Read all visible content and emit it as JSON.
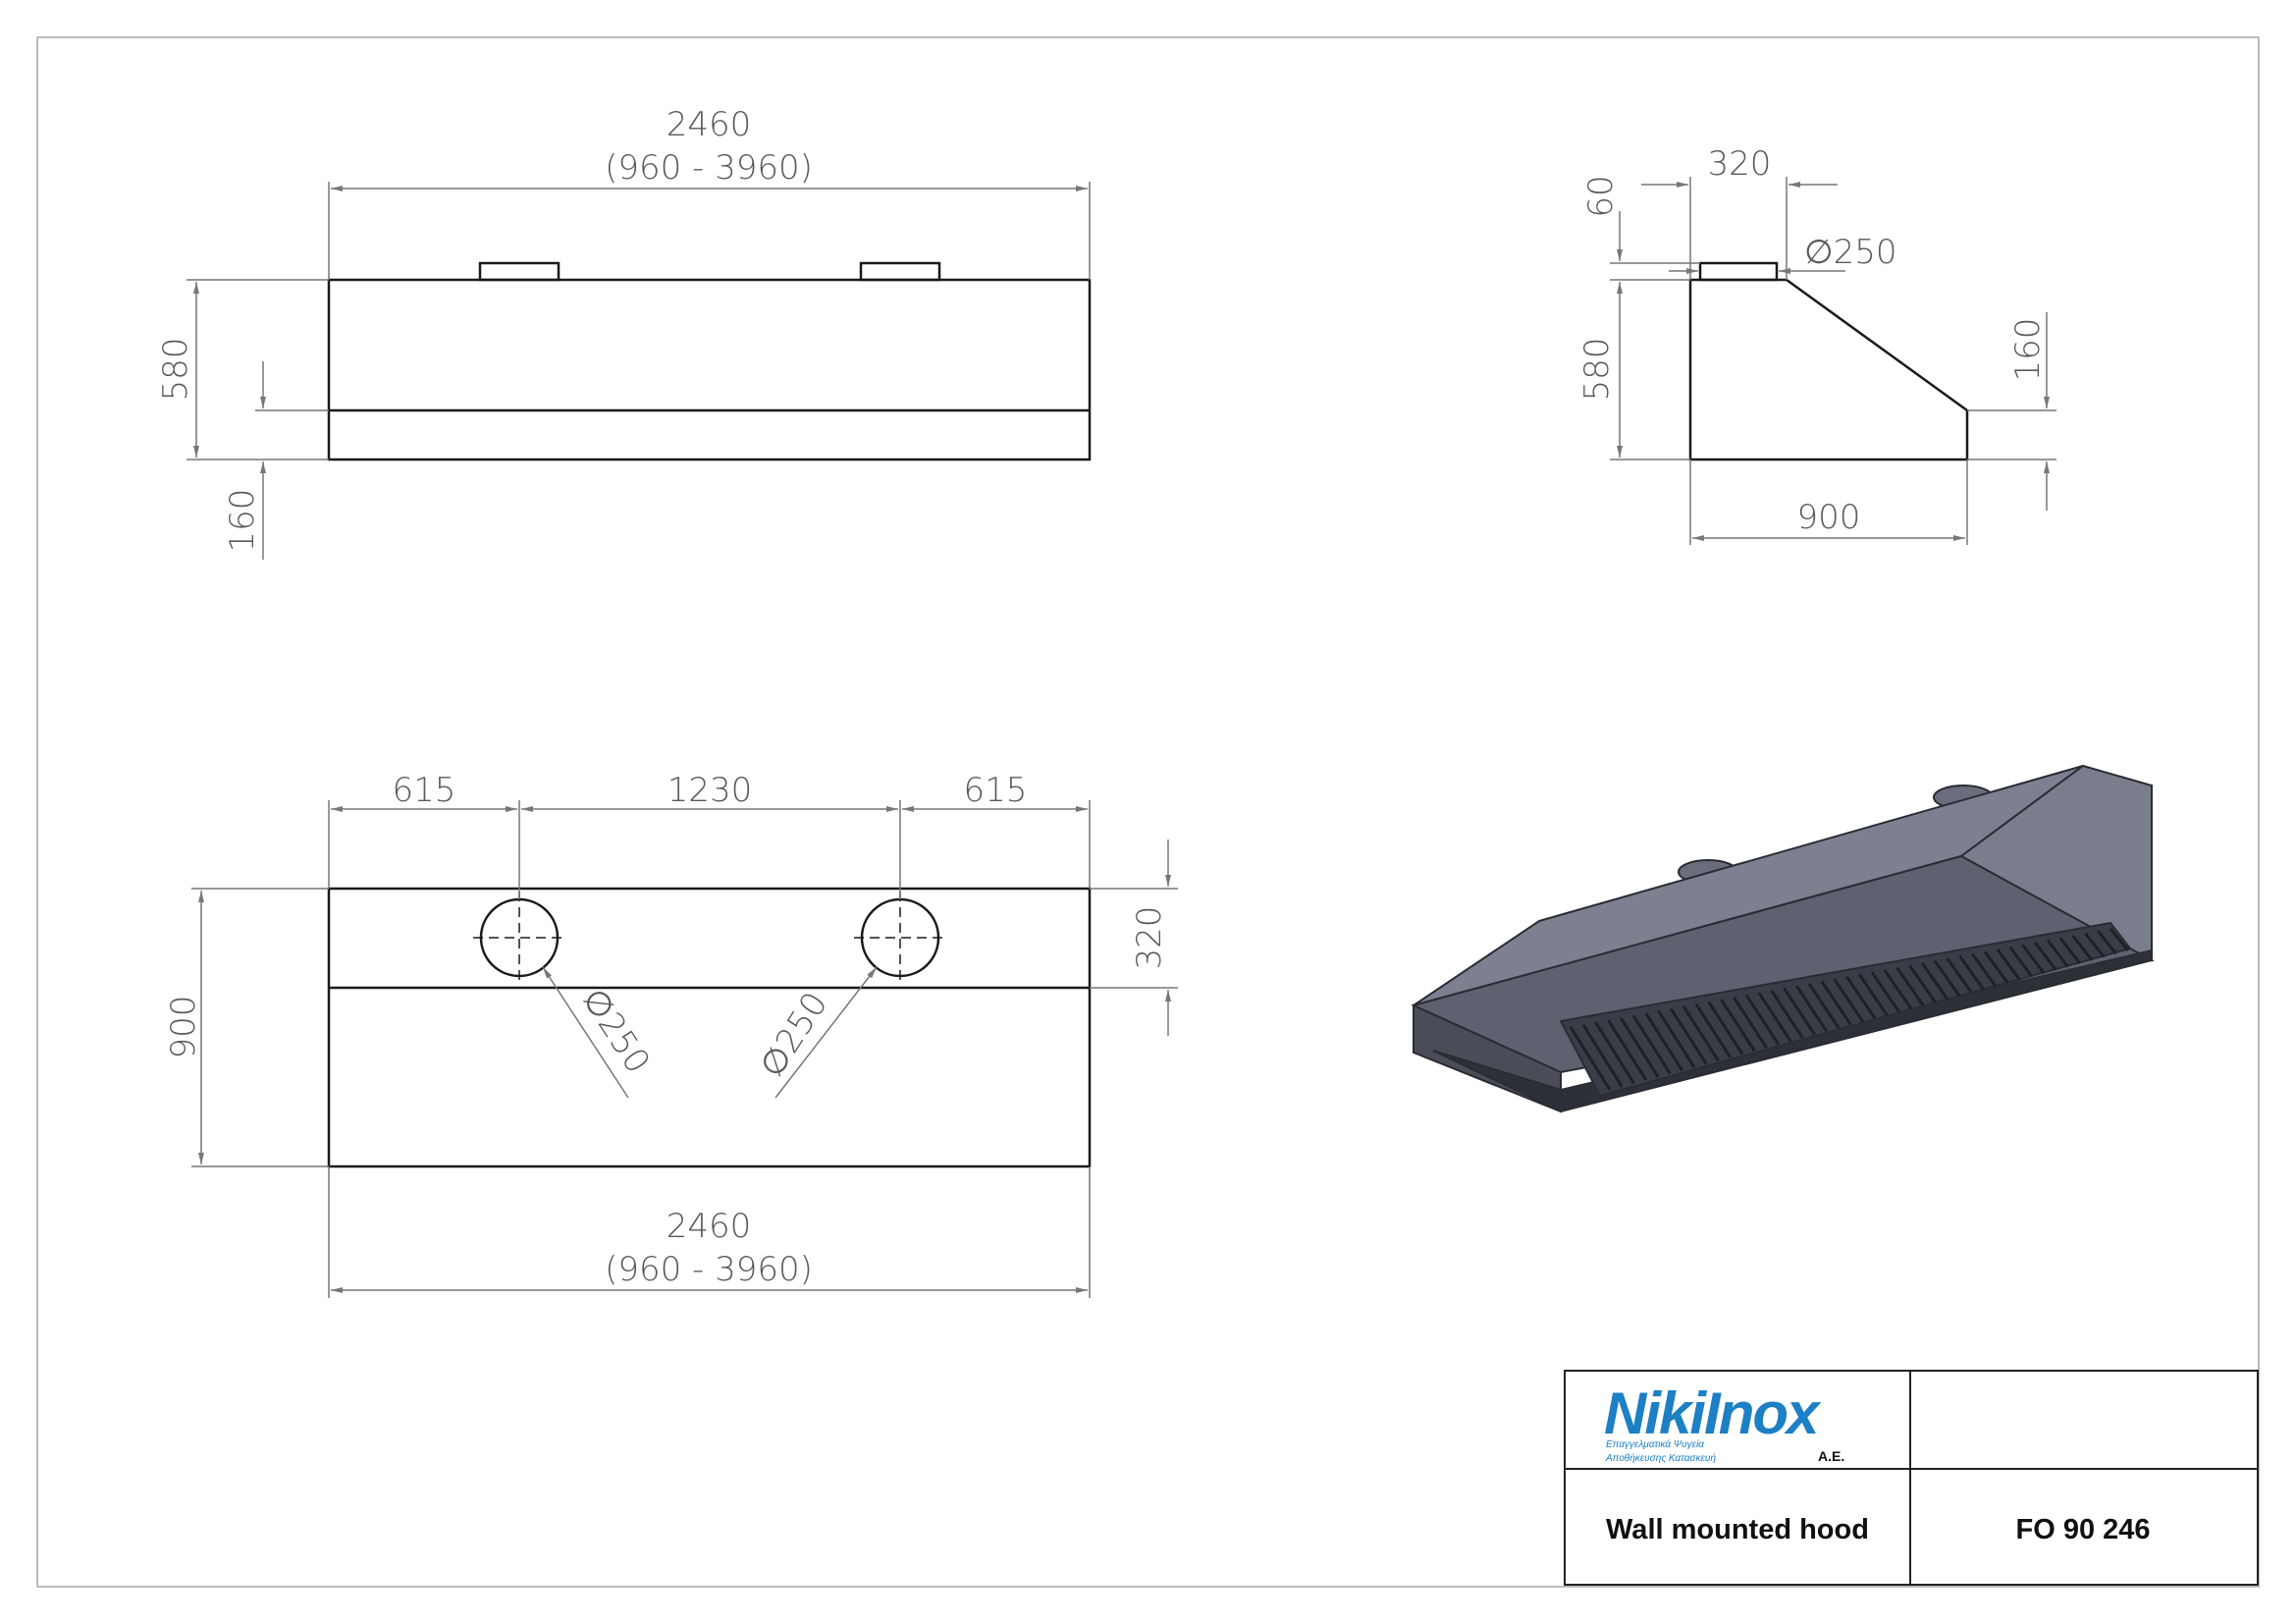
{
  "top_view": {
    "width": "2460",
    "width_range": "(960 - 3960)",
    "height": "580",
    "lower_band": "160"
  },
  "side_view": {
    "collar_width": "320",
    "collar_height": "60",
    "duct_diameter": "∅250",
    "height": "580",
    "front_height": "160",
    "depth": "900"
  },
  "plan_view": {
    "left_offset": "615",
    "spacing": "1230",
    "right_offset": "615",
    "depth": "900",
    "collar_offset": "320",
    "duct_left": "∅250",
    "duct_right": "∅250",
    "width": "2460",
    "width_range": "(960 - 3960)"
  },
  "title_block": {
    "logo_text": "NikiInox",
    "logo_suffix": "A.E.",
    "logo_tagline_1": "Επαγγελματικά Ψυγεία",
    "logo_tagline_2": "Αποθήκευσης Κατασκευή",
    "description": "Wall mounted hood",
    "code": "FO 90 246"
  },
  "colors": {
    "line": "#1a1a1a",
    "dimension": "#777777",
    "hood_top": "#7b7f8e",
    "hood_front": "#5c5f6b",
    "hood_dark": "#2e3038",
    "logo_blue": "#1d7fc4"
  }
}
